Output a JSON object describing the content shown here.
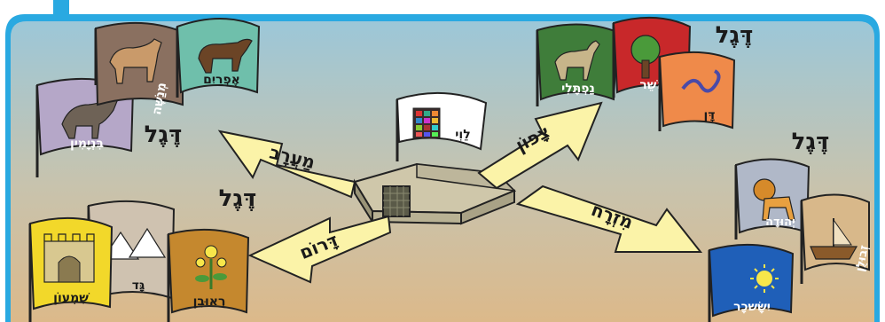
{
  "colors": {
    "frame": "#29a9e1",
    "sky_top": "#9cc7d8",
    "sky_bottom": "#d9bd8f",
    "arrow_fill": "#fbf3a8"
  },
  "directions": {
    "west": "מַעֲרָב",
    "north": "צָפוֹן",
    "south": "דָּרוֹם",
    "east": "מִזְרָח"
  },
  "degel": {
    "west": "דֶּגֶל",
    "north": "דֶּגֶל",
    "south": "דֶּגֶל",
    "east": "דֶּגֶל"
  },
  "tribes": {
    "efraim": "אֶפְרַיִם",
    "menashe": "מְנַשֶּׁה",
    "binyamin": "בִּנְיָמִין",
    "naftali": "נַפְתָּלִי",
    "asher": "אָשֵׁר",
    "dan": "דָּן",
    "levi": "לֵוִי",
    "yehuda": "יְהוּדָה",
    "zevulun": "זְבוּלֻן",
    "yissachar": "יִשָּׂשכָר",
    "shimon": "שִׁמְעוֹן",
    "gad": "גָּד",
    "reuven": "רְאוּבֵן"
  }
}
